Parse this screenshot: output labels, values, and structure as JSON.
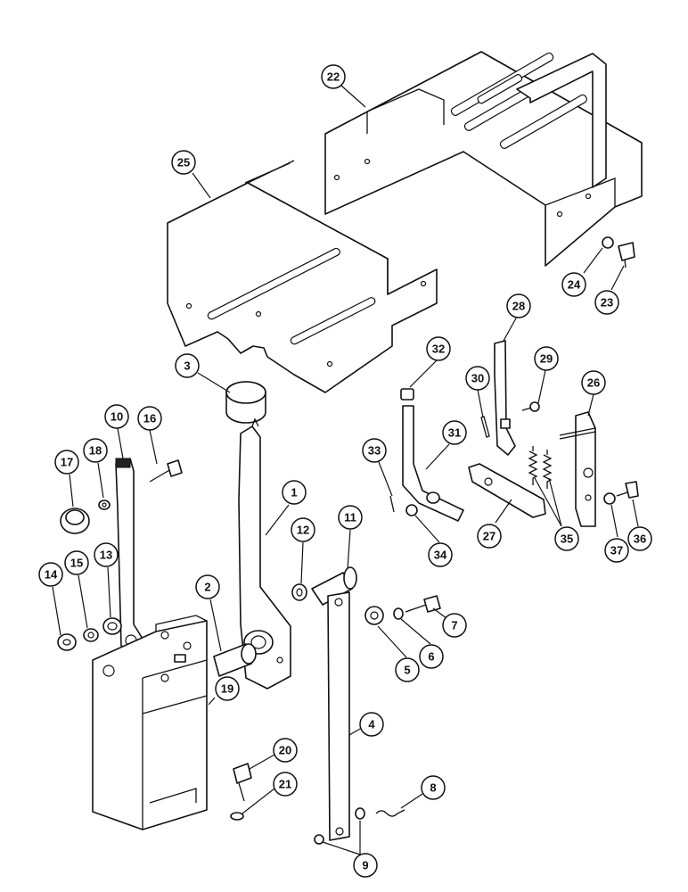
{
  "diagram": {
    "type": "exploded-parts-view",
    "callouts": [
      {
        "id": "c1",
        "label": "1"
      },
      {
        "id": "c2",
        "label": "2"
      },
      {
        "id": "c3",
        "label": "3"
      },
      {
        "id": "c4",
        "label": "4"
      },
      {
        "id": "c5",
        "label": "5"
      },
      {
        "id": "c6",
        "label": "6"
      },
      {
        "id": "c7",
        "label": "7"
      },
      {
        "id": "c8",
        "label": "8"
      },
      {
        "id": "c9",
        "label": "9"
      },
      {
        "id": "c10",
        "label": "10"
      },
      {
        "id": "c11",
        "label": "11"
      },
      {
        "id": "c12",
        "label": "12"
      },
      {
        "id": "c13",
        "label": "13"
      },
      {
        "id": "c14",
        "label": "14"
      },
      {
        "id": "c15",
        "label": "15"
      },
      {
        "id": "c16",
        "label": "16"
      },
      {
        "id": "c17",
        "label": "17"
      },
      {
        "id": "c18",
        "label": "18"
      },
      {
        "id": "c19",
        "label": "19"
      },
      {
        "id": "c20",
        "label": "20"
      },
      {
        "id": "c21",
        "label": "21"
      },
      {
        "id": "c22",
        "label": "22"
      },
      {
        "id": "c23",
        "label": "23"
      },
      {
        "id": "c24",
        "label": "24"
      },
      {
        "id": "c25",
        "label": "25"
      },
      {
        "id": "c26",
        "label": "26"
      },
      {
        "id": "c27",
        "label": "27"
      },
      {
        "id": "c28",
        "label": "28"
      },
      {
        "id": "c29",
        "label": "29"
      },
      {
        "id": "c30",
        "label": "30"
      },
      {
        "id": "c31",
        "label": "31"
      },
      {
        "id": "c32",
        "label": "32"
      },
      {
        "id": "c33",
        "label": "33"
      },
      {
        "id": "c34",
        "label": "34"
      },
      {
        "id": "c35",
        "label": "35"
      },
      {
        "id": "c36",
        "label": "36"
      },
      {
        "id": "c37",
        "label": "37"
      }
    ]
  }
}
